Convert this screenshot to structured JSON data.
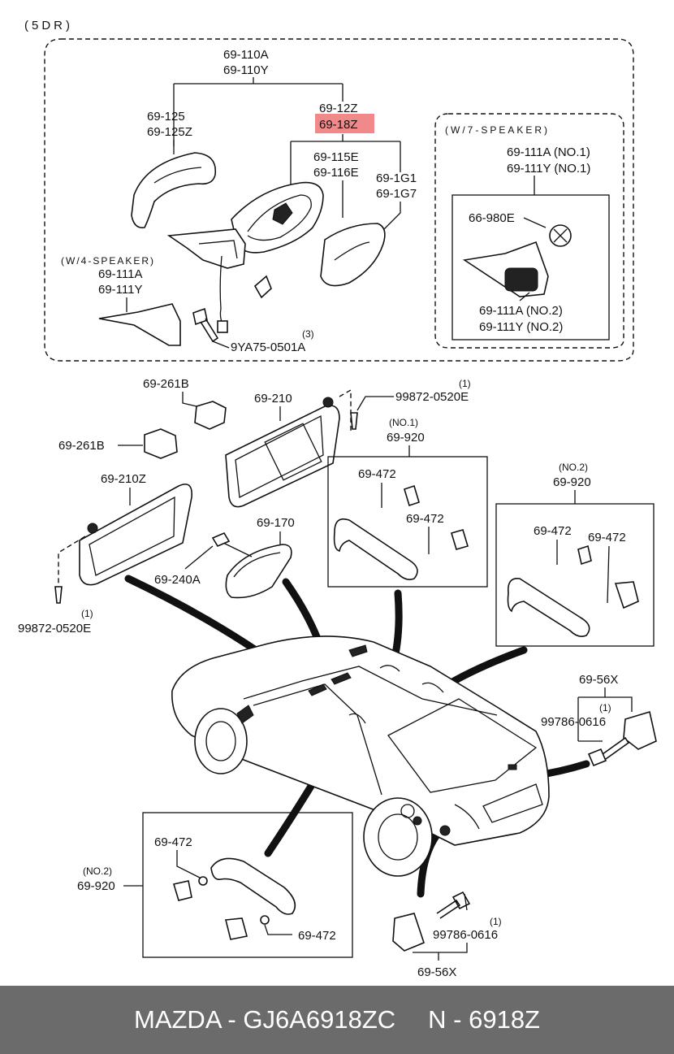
{
  "header": {
    "variant": "(5DR)"
  },
  "groups": {
    "w7_speaker": "(W/7-SPEAKER)",
    "w4_speaker": "(W/4-SPEAKER)"
  },
  "labels": {
    "l_110a": "69-110A",
    "l_110y": "69-110Y",
    "l_125": "69-125",
    "l_125z": "69-125Z",
    "l_12z": "69-12Z",
    "l_18z": "69-18Z",
    "l_115e": "69-115E",
    "l_116e": "69-116E",
    "l_1g1": "69-1G1",
    "l_1g7": "69-1G7",
    "l_111a_no1": "69-111A (NO.1)",
    "l_111y_no1": "69-111Y (NO.1)",
    "l_980e": "66-980E",
    "l_111a_no2": "69-111A (NO.2)",
    "l_111y_no2": "69-111Y (NO.2)",
    "l_111a_4": "69-111A",
    "l_111y_4": "69-111Y",
    "l_9ya75": "9YA75-0501A",
    "l_9ya75_q": "(3)",
    "l_261b_a": "69-261B",
    "l_261b_b": "69-261B",
    "l_210": "69-210",
    "l_99872_a": "99872-0520E",
    "l_99872_a_q": "(1)",
    "l_no1": "(NO.1)",
    "l_920_a": "69-920",
    "l_472_a": "69-472",
    "l_472_b": "69-472",
    "l_210z": "69-210Z",
    "l_no2_a": "(NO.2)",
    "l_920_b": "69-920",
    "l_472_c": "69-472",
    "l_472_d": "69-472",
    "l_170": "69-170",
    "l_240a": "69-240A",
    "l_99872_b_q": "(1)",
    "l_99872_b": "99872-0520E",
    "l_56x_a": "69-56X",
    "l_56x_a_q": "(1)",
    "l_99786_a": "99786-0616",
    "l_no2_b": "(NO.2)",
    "l_920_c": "69-920",
    "l_472_e": "69-472",
    "l_472_f": "69-472",
    "l_99786_b_q": "(1)",
    "l_99786_b": "99786-0616",
    "l_56x_b": "69-56X"
  },
  "highlight": {
    "color": "#f08a8a"
  },
  "footer": {
    "brand_part": "MAZDA - GJ6A6918ZC",
    "short_code": "N - 6918Z"
  }
}
